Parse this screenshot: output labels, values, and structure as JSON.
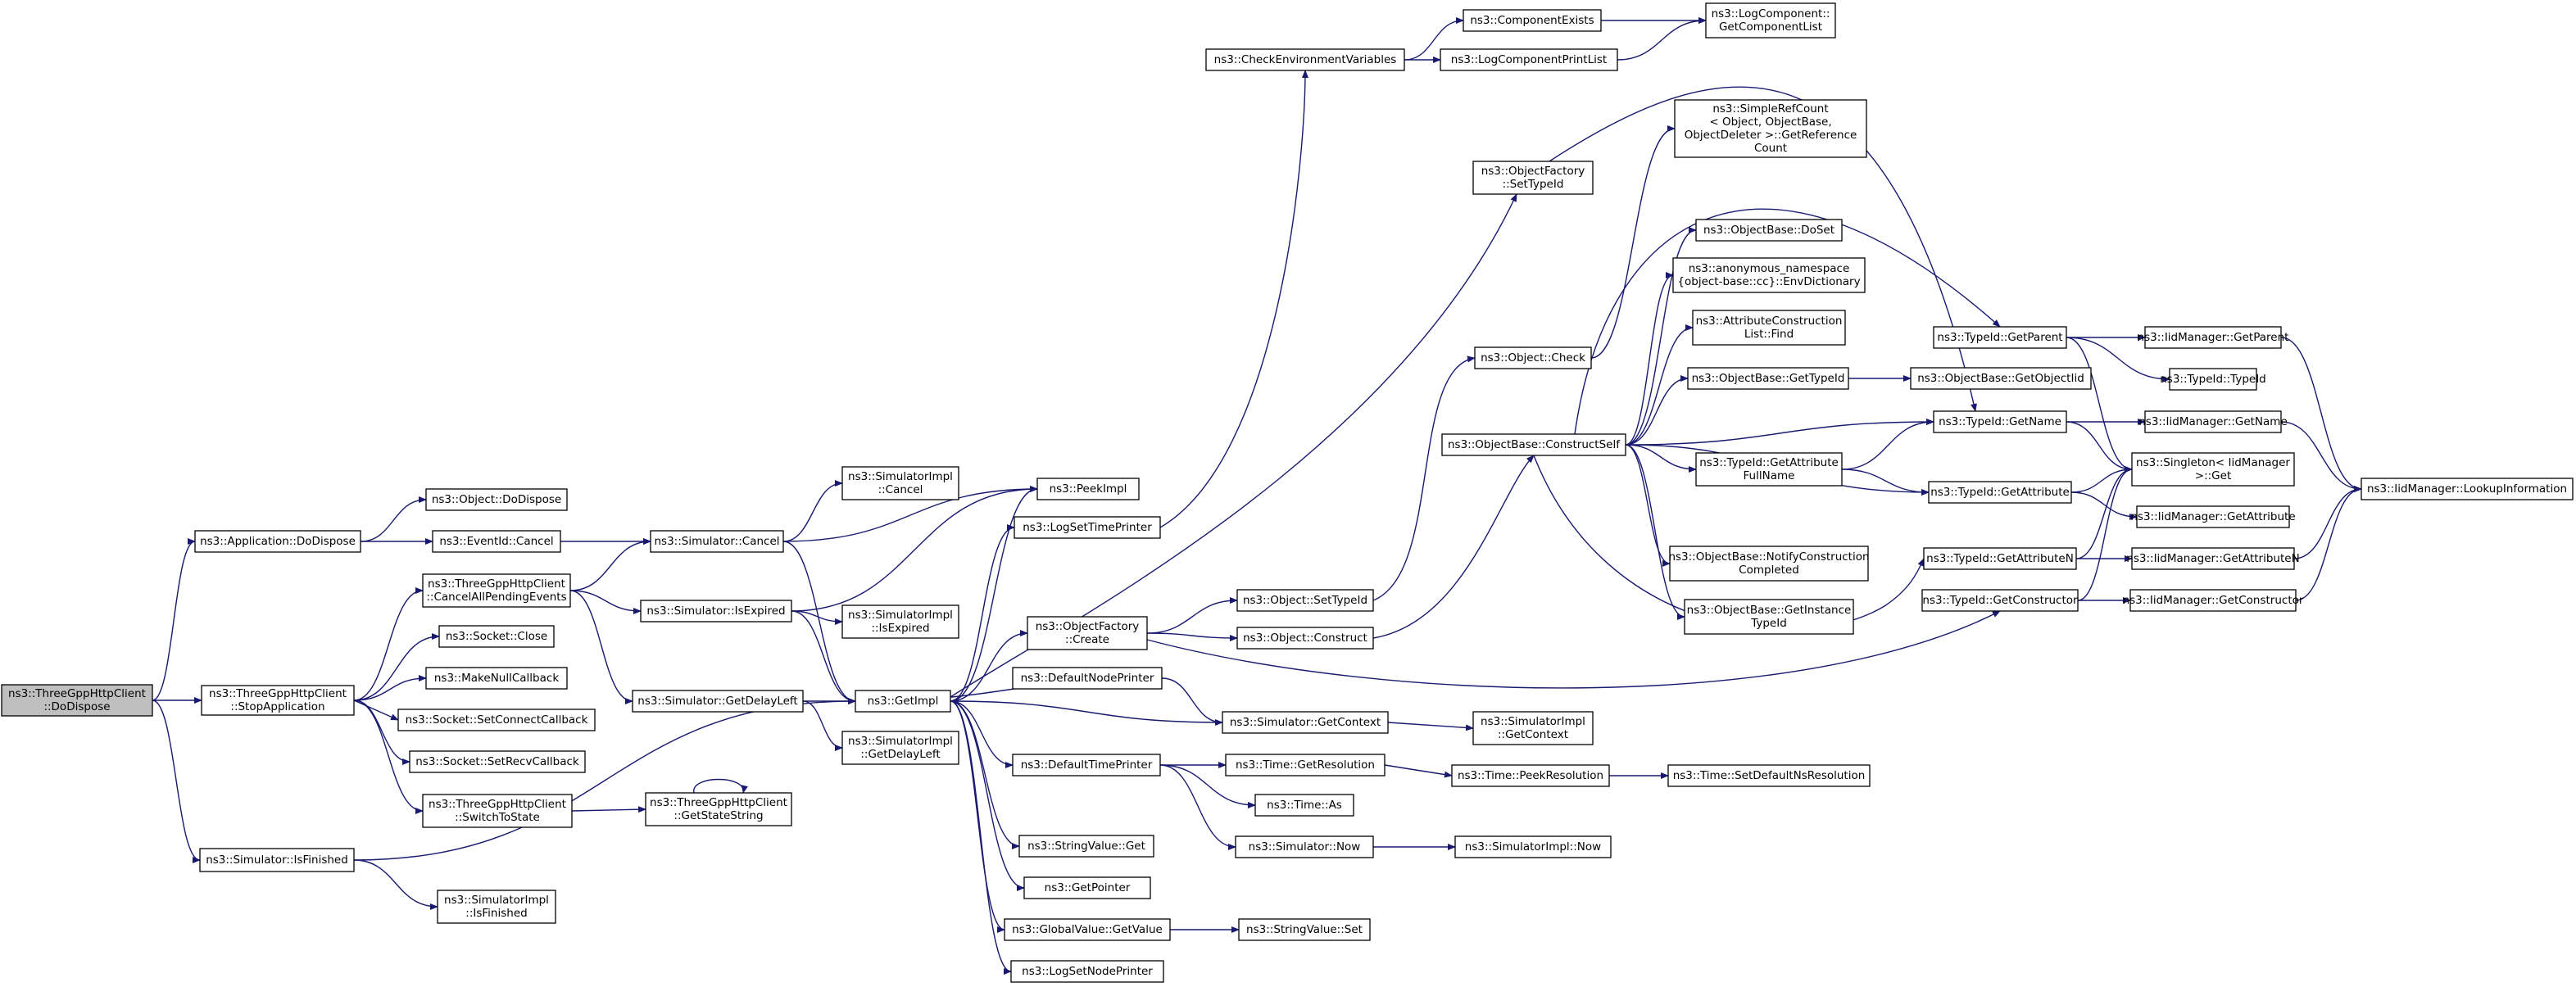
{
  "graph": {
    "root_fill": "#bfbfbf",
    "node_fill": "#ffffff",
    "missing_node_stroke": "#ff0000",
    "edge_color": "#191970",
    "nodes": {
      "dodispose": {
        "lines": [
          "ns3::ThreeGppHttpClient",
          "::DoDispose"
        ],
        "root": true
      },
      "app_dodispose": {
        "lines": [
          "ns3::Application::DoDispose"
        ]
      },
      "stopapp": {
        "lines": [
          "ns3::ThreeGppHttpClient",
          "::StopApplication"
        ]
      },
      "sim_isfinished": {
        "lines": [
          "ns3::Simulator::IsFinished"
        ]
      },
      "obj_dodispose": {
        "lines": [
          "ns3::Object::DoDispose"
        ]
      },
      "eventid_cancel": {
        "lines": [
          "ns3::EventId::Cancel"
        ]
      },
      "cancelall": {
        "lines": [
          "ns3::ThreeGppHttpClient",
          "::CancelAllPendingEvents"
        ]
      },
      "socket_close": {
        "lines": [
          "ns3::Socket::Close"
        ]
      },
      "makenull": {
        "lines": [
          "ns3::MakeNullCallback"
        ]
      },
      "setconnect": {
        "lines": [
          "ns3::Socket::SetConnectCallback"
        ]
      },
      "setrecv": {
        "lines": [
          "ns3::Socket::SetRecvCallback"
        ]
      },
      "switchtostate": {
        "lines": [
          "ns3::ThreeGppHttpClient",
          "::SwitchToState"
        ]
      },
      "simimpl_isfinished": {
        "lines": [
          "ns3::SimulatorImpl",
          "::IsFinished"
        ]
      },
      "sim_cancel": {
        "lines": [
          "ns3::Simulator::Cancel"
        ]
      },
      "sim_isexpired": {
        "lines": [
          "ns3::Simulator::IsExpired"
        ]
      },
      "sim_getdelayleft": {
        "lines": [
          "ns3::Simulator::GetDelayLeft"
        ]
      },
      "getstatestring": {
        "lines": [
          "ns3::ThreeGppHttpClient",
          "::GetStateString"
        ]
      },
      "simimpl_cancel": {
        "lines": [
          "ns3::SimulatorImpl",
          "::Cancel"
        ]
      },
      "simimpl_isexpired": {
        "lines": [
          "ns3::SimulatorImpl",
          "::IsExpired"
        ]
      },
      "simimpl_getdelayleft": {
        "lines": [
          "ns3::SimulatorImpl",
          "::GetDelayLeft"
        ]
      },
      "peekimpl": {
        "lines": [
          "ns3::PeekImpl"
        ]
      },
      "getimpl": {
        "lines": [
          "ns3::GetImpl"
        ]
      },
      "logsettimeprinter": {
        "lines": [
          "ns3::LogSetTimePrinter"
        ]
      },
      "objfactory_create": {
        "lines": [
          "ns3::ObjectFactory",
          "::Create"
        ]
      },
      "defaultnodeprinter": {
        "lines": [
          "ns3::DefaultNodePrinter"
        ]
      },
      "defaulttimeprinter": {
        "lines": [
          "ns3::DefaultTimePrinter"
        ]
      },
      "stringvalue_get": {
        "lines": [
          "ns3::StringValue::Get"
        ]
      },
      "getpointer": {
        "lines": [
          "ns3::GetPointer"
        ]
      },
      "globalvalue_getvalue": {
        "lines": [
          "ns3::GlobalValue::GetValue"
        ]
      },
      "logsetnodeprinter": {
        "lines": [
          "ns3::LogSetNodePrinter"
        ]
      },
      "checkenv": {
        "lines": [
          "ns3::CheckEnvironmentVariables"
        ]
      },
      "obj_settypeid": {
        "lines": [
          "ns3::Object::SetTypeId"
        ]
      },
      "obj_construct": {
        "lines": [
          "ns3::Object::Construct"
        ]
      },
      "sim_getcontext": {
        "lines": [
          "ns3::Simulator::GetContext"
        ]
      },
      "time_getresolution": {
        "lines": [
          "ns3::Time::GetResolution"
        ]
      },
      "time_as": {
        "lines": [
          "ns3::Time::As"
        ]
      },
      "sim_now": {
        "lines": [
          "ns3::Simulator::Now"
        ]
      },
      "stringvalue_set": {
        "lines": [
          "ns3::StringValue::Set"
        ]
      },
      "componentexists": {
        "lines": [
          "ns3::ComponentExists"
        ]
      },
      "logcomponentprintlist": {
        "lines": [
          "ns3::LogComponentPrintList"
        ]
      },
      "objfactory_settypeid": {
        "lines": [
          "ns3::ObjectFactory",
          "::SetTypeId"
        ]
      },
      "obj_check": {
        "lines": [
          "ns3::Object::Check"
        ]
      },
      "objbase_constructself": {
        "lines": [
          "ns3::ObjectBase::ConstructSelf"
        ]
      },
      "simimpl_getcontext": {
        "lines": [
          "ns3::SimulatorImpl",
          "::GetContext"
        ]
      },
      "time_peekresolution": {
        "lines": [
          "ns3::Time::PeekResolution"
        ]
      },
      "simimpl_now": {
        "lines": [
          "ns3::SimulatorImpl::Now"
        ]
      },
      "getcomponentlist": {
        "lines": [
          "ns3::LogComponent::",
          "GetComponentList"
        ]
      },
      "simplerefcount": {
        "lines": [
          "ns3::SimpleRefCount",
          "< Object, ObjectBase,",
          "ObjectDeleter >::GetReference",
          "Count"
        ]
      },
      "objbase_doset": {
        "lines": [
          "ns3::ObjectBase::DoSet"
        ]
      },
      "envdictionary": {
        "lines": [
          "ns3::anonymous_namespace",
          "{object-base::cc}::EnvDictionary"
        ]
      },
      "attrconstlist_find": {
        "lines": [
          "ns3::AttributeConstruction",
          "List::Find"
        ]
      },
      "objbase_gettypeid": {
        "lines": [
          "ns3::ObjectBase::GetTypeId"
        ]
      },
      "typeid_getattrfullname": {
        "lines": [
          "ns3::TypeId::GetAttribute",
          "FullName"
        ]
      },
      "notifyconstcompleted": {
        "lines": [
          "ns3::ObjectBase::NotifyConstruction",
          "Completed"
        ]
      },
      "getinstancetypeid": {
        "lines": [
          "ns3::ObjectBase::GetInstance",
          "TypeId"
        ]
      },
      "setdefaultnsresolution": {
        "lines": [
          "ns3::Time::SetDefaultNsResolution"
        ],
        "missing": true
      },
      "getobjectiid": {
        "lines": [
          "ns3::ObjectBase::GetObjectIid"
        ],
        "missing": true
      },
      "typeid_getparent": {
        "lines": [
          "ns3::TypeId::GetParent"
        ]
      },
      "typeid_getname": {
        "lines": [
          "ns3::TypeId::GetName"
        ]
      },
      "typeid_getattribute": {
        "lines": [
          "ns3::TypeId::GetAttribute"
        ]
      },
      "typeid_getattributen": {
        "lines": [
          "ns3::TypeId::GetAttributeN"
        ]
      },
      "typeid_getconstructor": {
        "lines": [
          "ns3::TypeId::GetConstructor"
        ]
      },
      "iid_getparent": {
        "lines": [
          "ns3::IidManager::GetParent"
        ]
      },
      "typeid_typeid": {
        "lines": [
          "ns3::TypeId::TypeId"
        ]
      },
      "iid_getname": {
        "lines": [
          "ns3::IidManager::GetName"
        ]
      },
      "singleton_get": {
        "lines": [
          "ns3::Singleton< IidManager",
          ">::Get"
        ]
      },
      "iid_getattribute": {
        "lines": [
          "ns3::IidManager::GetAttribute"
        ]
      },
      "iid_getattributen": {
        "lines": [
          "ns3::IidManager::GetAttributeN"
        ]
      },
      "iid_getconstructor": {
        "lines": [
          "ns3::IidManager::GetConstructor"
        ]
      },
      "iid_lookupinfo": {
        "lines": [
          "ns3::IidManager::LookupInformation"
        ]
      }
    }
  }
}
